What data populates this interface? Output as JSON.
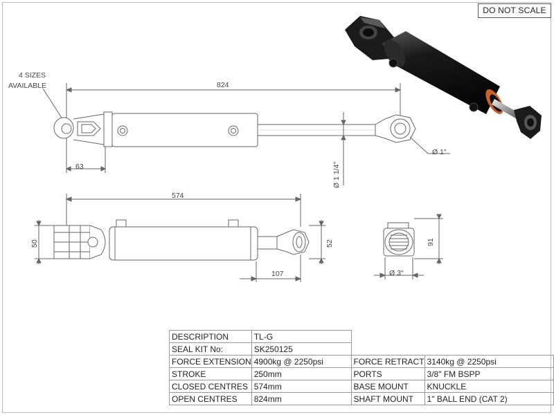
{
  "stamp": "DO NOT SCALE",
  "notes": {
    "sizes_line1": "4 SIZES",
    "sizes_line2": "AVAILABLE"
  },
  "dimensions": {
    "open_length": "824",
    "eye_offset": "63",
    "pin_dia": "Ø 1\"",
    "rod_dia": "Ø 1 1/4\"",
    "closed_length": "574",
    "base_height": "50",
    "rod_end_height": "52",
    "rod_end_length": "107",
    "body_height": "91",
    "body_dia": "Ø 3\""
  },
  "spec_table": {
    "description_label": "DESCRIPTION",
    "description_value": "TL-G",
    "seal_kit_label": "SEAL KIT No:",
    "seal_kit_value": "SK250125",
    "force_ext_label": "FORCE EXTENSION",
    "force_ext_value": "4900kg @ 2250psi",
    "force_ret_label": "FORCE RETRACT",
    "force_ret_value": "3140kg @ 2250psi",
    "stroke_label": "STROKE",
    "stroke_value": "250mm",
    "ports_label": "PORTS",
    "ports_value": "3/8\" FM BSPP",
    "closed_label": "CLOSED CENTRES",
    "closed_value": "574mm",
    "base_mount_label": "BASE MOUNT",
    "base_mount_value": "KNUCKLE",
    "open_label": "OPEN CENTRES",
    "open_value": "824mm",
    "shaft_mount_label": "SHAFT MOUNT",
    "shaft_mount_value": "1\" BALL END (CAT 2)"
  }
}
